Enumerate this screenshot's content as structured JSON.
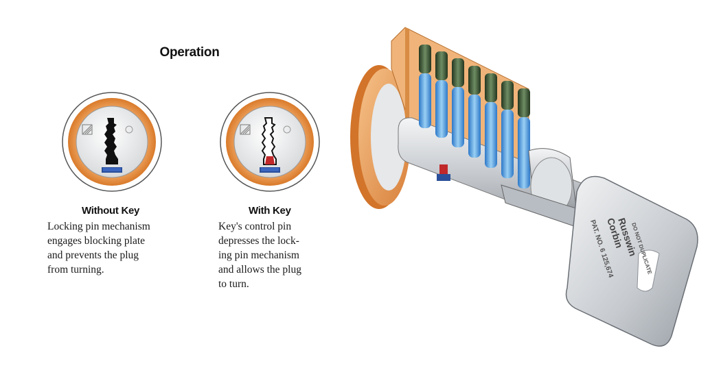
{
  "title": "Operation",
  "panels": [
    {
      "heading": "Without Key",
      "description": [
        "Locking pin mechanism",
        "engages blocking plate",
        "and prevents the plug",
        "from turning."
      ]
    },
    {
      "heading": "With Key",
      "description": [
        "Key's control pin",
        "depresses the lock-",
        "ing pin mechanism",
        "and allows the plug",
        "to turn."
      ]
    }
  ],
  "key_engraving": {
    "brand_line1": "Corbin",
    "brand_line2": "Russwin",
    "do_not_duplicate": "DO NOT DUPLICATE",
    "patent": "PAT. NO. 6 125,674"
  },
  "colors": {
    "brass_orange": "#e08a3a",
    "pin_blue": "#5aa8e0",
    "spring_green": "#3d5a3a",
    "steel": "#c8ccd0",
    "locking_red": "#c0282a"
  }
}
